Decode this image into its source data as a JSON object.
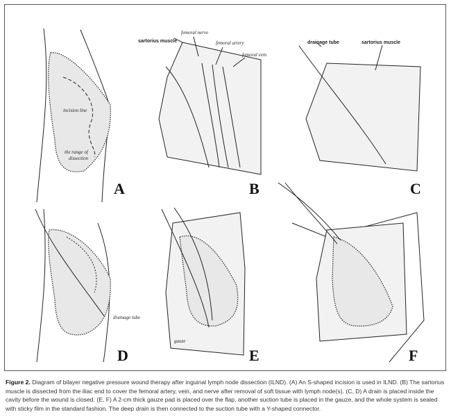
{
  "figure": {
    "panels": {
      "A": {
        "letter": "A",
        "labels": {
          "incision": "incision line",
          "range1": "the range of",
          "range2": "dissection"
        }
      },
      "B": {
        "letter": "B",
        "labels": {
          "sartorius": "sartorius muscle",
          "nerve": "femoral nerve",
          "artery": "femoral artery",
          "vein": "femoral vein"
        }
      },
      "C": {
        "letter": "C",
        "labels": {
          "drain": "drainage tube",
          "sartorius": "sartorius muscle"
        }
      },
      "D": {
        "letter": "D",
        "labels": {
          "drain": "drainage tube"
        }
      },
      "E": {
        "letter": "E",
        "labels": {
          "gauze": "gauze"
        }
      },
      "F": {
        "letter": "F"
      }
    }
  },
  "caption": {
    "label": "Figure 2.",
    "text": " Diagram of bilayer negative pressure wound therapy after inguinal lymph node dissection (ILND). (A) An S-shaped incision is used in ILND. (B) The sartorius muscle is dissected from the iliac end to cover the femoral artery, vein, and nerve after removal of soft tissue with lymph node(s). (C, D) A drain is placed inside the cavity before the wound is closed. (E, F) A 2-cm thick gauze pad is placed over the flap, another suction tube is placed in the gauze, and the whole system is sealed with sticky film in the standard fashion. The deep drain is then connected to the suction tube with a Y-shaped connector."
  }
}
